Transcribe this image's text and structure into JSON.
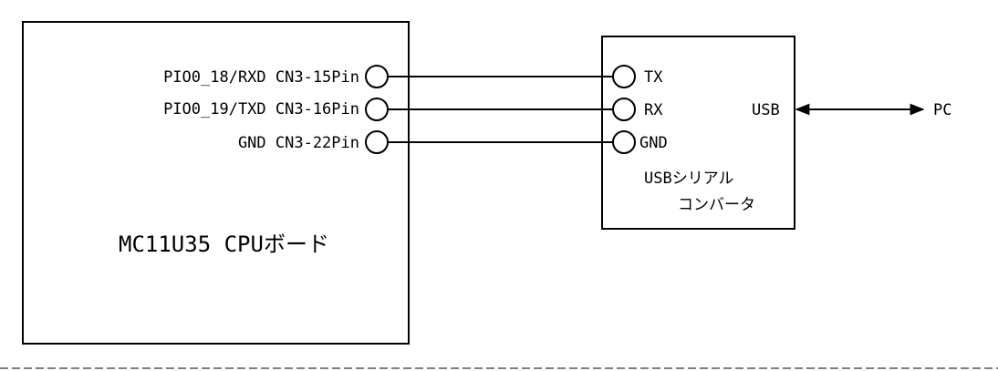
{
  "board": {
    "title": "MC11U35 CPUボード",
    "pins": [
      "PIO0_18/RXD CN3-15Pin",
      "PIO0_19/TXD CN3-16Pin",
      "GND CN3-22Pin"
    ]
  },
  "converter": {
    "pins": [
      "TX",
      "RX",
      "GND"
    ],
    "usb_label": "USB",
    "title_line1": "USBシリアル",
    "title_line2": "コンバータ"
  },
  "pc_label": "PC"
}
